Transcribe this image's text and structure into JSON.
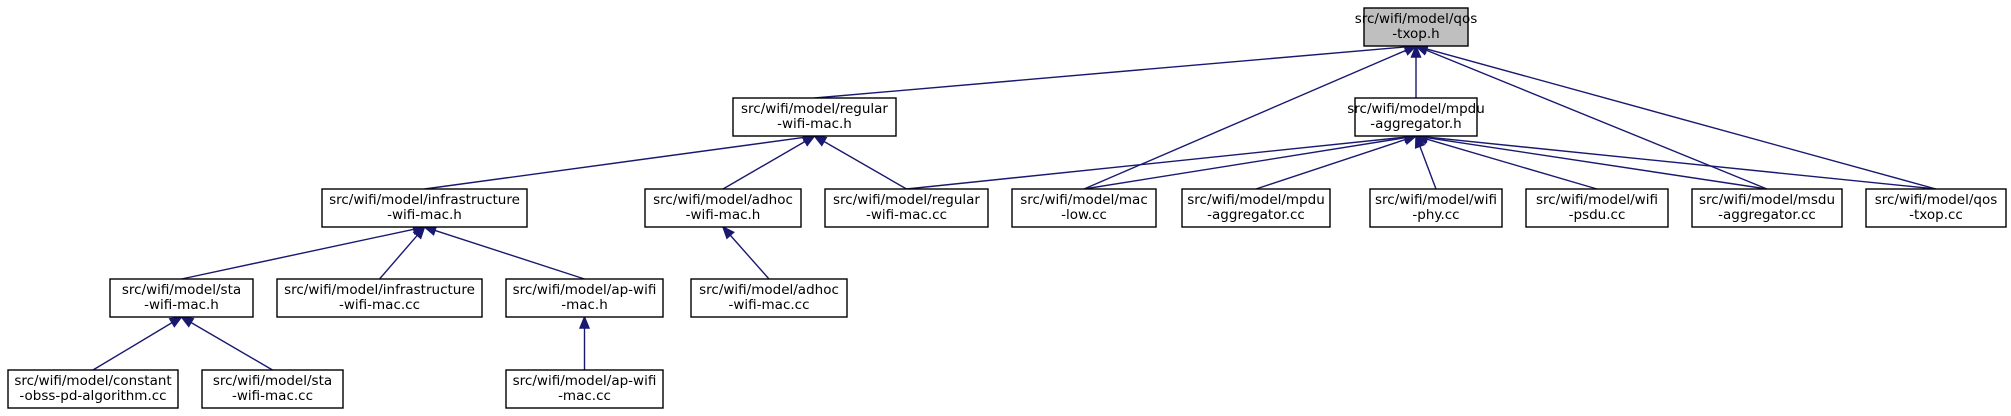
{
  "diagram": {
    "nodes": [
      {
        "id": "qos_txop_h",
        "lines": [
          "src/wifi/model/qos",
          "-txop.h"
        ],
        "root": true
      },
      {
        "id": "regular_wifi_mac_h",
        "lines": [
          "src/wifi/model/regular",
          "-wifi-mac.h"
        ]
      },
      {
        "id": "mpdu_aggregator_h",
        "lines": [
          "src/wifi/model/mpdu",
          "-aggregator.h"
        ]
      },
      {
        "id": "infrastructure_wifi_mac_h",
        "lines": [
          "src/wifi/model/infrastructure",
          "-wifi-mac.h"
        ]
      },
      {
        "id": "adhoc_wifi_mac_h",
        "lines": [
          "src/wifi/model/adhoc",
          "-wifi-mac.h"
        ]
      },
      {
        "id": "regular_wifi_mac_cc",
        "lines": [
          "src/wifi/model/regular",
          "-wifi-mac.cc"
        ]
      },
      {
        "id": "mac_low_cc",
        "lines": [
          "src/wifi/model/mac",
          "-low.cc"
        ]
      },
      {
        "id": "mpdu_aggregator_cc",
        "lines": [
          "src/wifi/model/mpdu",
          "-aggregator.cc"
        ]
      },
      {
        "id": "wifi_phy_cc",
        "lines": [
          "src/wifi/model/wifi",
          "-phy.cc"
        ]
      },
      {
        "id": "wifi_psdu_cc",
        "lines": [
          "src/wifi/model/wifi",
          "-psdu.cc"
        ]
      },
      {
        "id": "msdu_aggregator_cc",
        "lines": [
          "src/wifi/model/msdu",
          "-aggregator.cc"
        ]
      },
      {
        "id": "qos_txop_cc",
        "lines": [
          "src/wifi/model/qos",
          "-txop.cc"
        ]
      },
      {
        "id": "sta_wifi_mac_h",
        "lines": [
          "src/wifi/model/sta",
          "-wifi-mac.h"
        ]
      },
      {
        "id": "infrastructure_wifi_mac_cc",
        "lines": [
          "src/wifi/model/infrastructure",
          "-wifi-mac.cc"
        ]
      },
      {
        "id": "ap_wifi_mac_h",
        "lines": [
          "src/wifi/model/ap-wifi",
          "-mac.h"
        ]
      },
      {
        "id": "adhoc_wifi_mac_cc",
        "lines": [
          "src/wifi/model/adhoc",
          "-wifi-mac.cc"
        ]
      },
      {
        "id": "constant_obss_pd_algorithm_cc",
        "lines": [
          "src/wifi/model/constant",
          "-obss-pd-algorithm.cc"
        ]
      },
      {
        "id": "sta_wifi_mac_cc",
        "lines": [
          "src/wifi/model/sta",
          "-wifi-mac.cc"
        ]
      },
      {
        "id": "ap_wifi_mac_cc",
        "lines": [
          "src/wifi/model/ap-wifi",
          "-mac.cc"
        ]
      }
    ],
    "edges": [
      {
        "from": "regular_wifi_mac_h",
        "to": "qos_txop_h"
      },
      {
        "from": "mpdu_aggregator_h",
        "to": "qos_txop_h"
      },
      {
        "from": "mac_low_cc",
        "to": "qos_txop_h"
      },
      {
        "from": "msdu_aggregator_cc",
        "to": "qos_txop_h"
      },
      {
        "from": "qos_txop_cc",
        "to": "qos_txop_h"
      },
      {
        "from": "infrastructure_wifi_mac_h",
        "to": "regular_wifi_mac_h"
      },
      {
        "from": "adhoc_wifi_mac_h",
        "to": "regular_wifi_mac_h"
      },
      {
        "from": "regular_wifi_mac_cc",
        "to": "regular_wifi_mac_h"
      },
      {
        "from": "regular_wifi_mac_cc",
        "to": "mpdu_aggregator_h"
      },
      {
        "from": "mac_low_cc",
        "to": "mpdu_aggregator_h"
      },
      {
        "from": "mpdu_aggregator_cc",
        "to": "mpdu_aggregator_h"
      },
      {
        "from": "wifi_phy_cc",
        "to": "mpdu_aggregator_h"
      },
      {
        "from": "wifi_psdu_cc",
        "to": "mpdu_aggregator_h"
      },
      {
        "from": "msdu_aggregator_cc",
        "to": "mpdu_aggregator_h"
      },
      {
        "from": "qos_txop_cc",
        "to": "mpdu_aggregator_h"
      },
      {
        "from": "sta_wifi_mac_h",
        "to": "infrastructure_wifi_mac_h"
      },
      {
        "from": "infrastructure_wifi_mac_cc",
        "to": "infrastructure_wifi_mac_h"
      },
      {
        "from": "ap_wifi_mac_h",
        "to": "infrastructure_wifi_mac_h"
      },
      {
        "from": "adhoc_wifi_mac_cc",
        "to": "adhoc_wifi_mac_h"
      },
      {
        "from": "constant_obss_pd_algorithm_cc",
        "to": "sta_wifi_mac_h"
      },
      {
        "from": "sta_wifi_mac_cc",
        "to": "sta_wifi_mac_h"
      },
      {
        "from": "ap_wifi_mac_cc",
        "to": "ap_wifi_mac_h"
      }
    ]
  }
}
